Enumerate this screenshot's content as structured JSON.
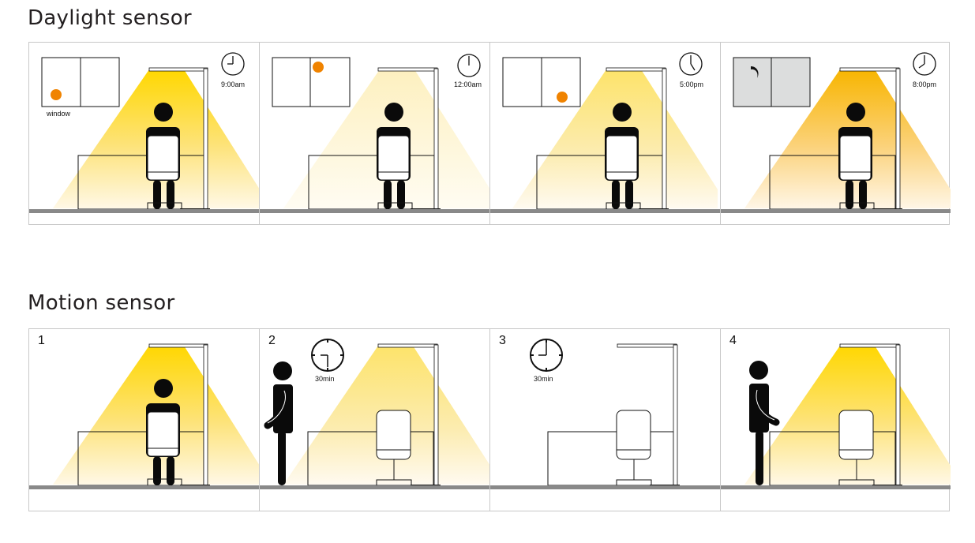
{
  "daylight": {
    "title": "Daylight sensor",
    "panels": [
      {
        "time": "9:00am",
        "window_label": "window",
        "sun": "morning",
        "light_intensity": "high",
        "window_tint": "#ffffff"
      },
      {
        "time": "12:00am",
        "sun": "noon",
        "light_intensity": "low",
        "window_tint": "#ffffff"
      },
      {
        "time": "5:00pm",
        "sun": "evening",
        "light_intensity": "medium",
        "window_tint": "#ffffff"
      },
      {
        "time": "8:00pm",
        "sun": "moon",
        "light_intensity": "full",
        "window_tint": "#dcdddd"
      }
    ]
  },
  "motion": {
    "title": "Motion sensor",
    "panels": [
      {
        "step": "1",
        "state": "seated, light on"
      },
      {
        "step": "2",
        "timer": "30min",
        "state": "person leaves, light on"
      },
      {
        "step": "3",
        "timer": "30min",
        "state": "empty, light off"
      },
      {
        "step": "4",
        "state": "person returns, light on"
      }
    ]
  },
  "colors": {
    "light_top": "#ffd700",
    "light_evening": "#f7b500",
    "sun": "#f08300",
    "floor": "#898989",
    "border": "#c8c8c8",
    "ink": "#0a0a0a"
  }
}
